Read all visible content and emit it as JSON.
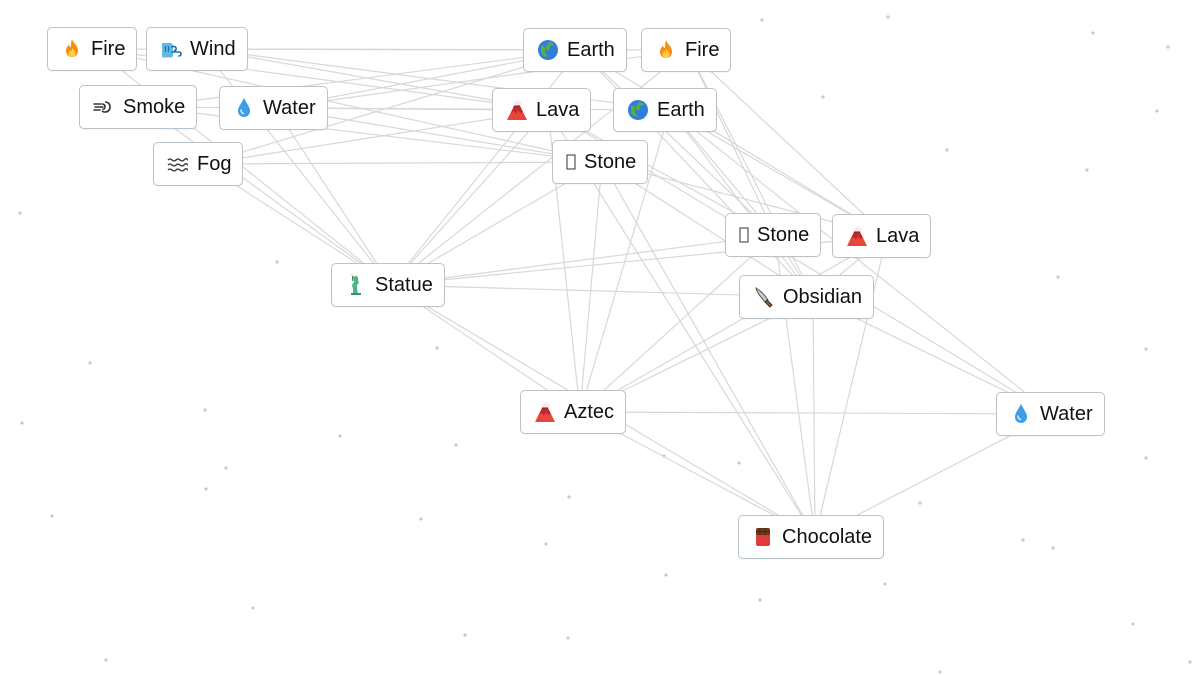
{
  "board": {
    "tiles": [
      {
        "id": "fire-1",
        "label": "Fire",
        "icon": "fire-icon"
      },
      {
        "id": "wind-1",
        "label": "Wind",
        "icon": "wind-icon"
      },
      {
        "id": "smoke-1",
        "label": "Smoke",
        "icon": "smoke-icon"
      },
      {
        "id": "water-1",
        "label": "Water",
        "icon": "water-drop-icon"
      },
      {
        "id": "fog-1",
        "label": "Fog",
        "icon": "fog-icon"
      },
      {
        "id": "earth-1",
        "label": "Earth",
        "icon": "globe-icon"
      },
      {
        "id": "fire-2",
        "label": "Fire",
        "icon": "fire-icon"
      },
      {
        "id": "lava-1",
        "label": "Lava",
        "icon": "volcano-icon"
      },
      {
        "id": "earth-2",
        "label": "Earth",
        "icon": "globe-icon"
      },
      {
        "id": "stone-1",
        "label": "Stone",
        "icon": "missing-glyph-icon"
      },
      {
        "id": "stone-2",
        "label": "Stone",
        "icon": "missing-glyph-icon"
      },
      {
        "id": "lava-2",
        "label": "Lava",
        "icon": "volcano-icon"
      },
      {
        "id": "statue-1",
        "label": "Statue",
        "icon": "statue-of-liberty-icon"
      },
      {
        "id": "obsidian-1",
        "label": "Obsidian",
        "icon": "knife-icon"
      },
      {
        "id": "aztec-1",
        "label": "Aztec",
        "icon": "volcano-icon"
      },
      {
        "id": "water-2",
        "label": "Water",
        "icon": "water-drop-icon"
      },
      {
        "id": "chocolate-1",
        "label": "Chocolate",
        "icon": "chocolate-bar-icon"
      }
    ],
    "colors": {
      "line": "#d8d8d8",
      "tile_border": "#b9c3cc",
      "background": "#ffffff"
    }
  }
}
